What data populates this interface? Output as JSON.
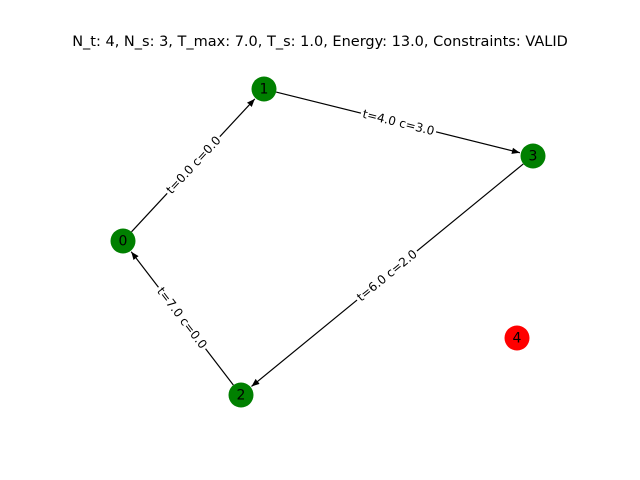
{
  "title": "N_t: 4, N_s: 3, T_max: 7.0, T_s: 1.0, Energy: 13.0, Constraints: VALID",
  "colors": {
    "visited": "#008000",
    "unvisited": "#ff0000",
    "edge": "#000000"
  },
  "nodes": [
    {
      "id": "0",
      "label": "0",
      "status": "visited"
    },
    {
      "id": "1",
      "label": "1",
      "status": "visited"
    },
    {
      "id": "2",
      "label": "2",
      "status": "visited"
    },
    {
      "id": "3",
      "label": "3",
      "status": "visited"
    },
    {
      "id": "4",
      "label": "4",
      "status": "unvisited"
    }
  ],
  "edges": [
    {
      "from": "0",
      "to": "1",
      "label": "t=0.0 c=0.0"
    },
    {
      "from": "1",
      "to": "3",
      "label": "t=4.0 c=3.0"
    },
    {
      "from": "3",
      "to": "2",
      "label": "t=6.0 c=2.0"
    },
    {
      "from": "2",
      "to": "0",
      "label": "t=7.0 c=0.0"
    }
  ]
}
